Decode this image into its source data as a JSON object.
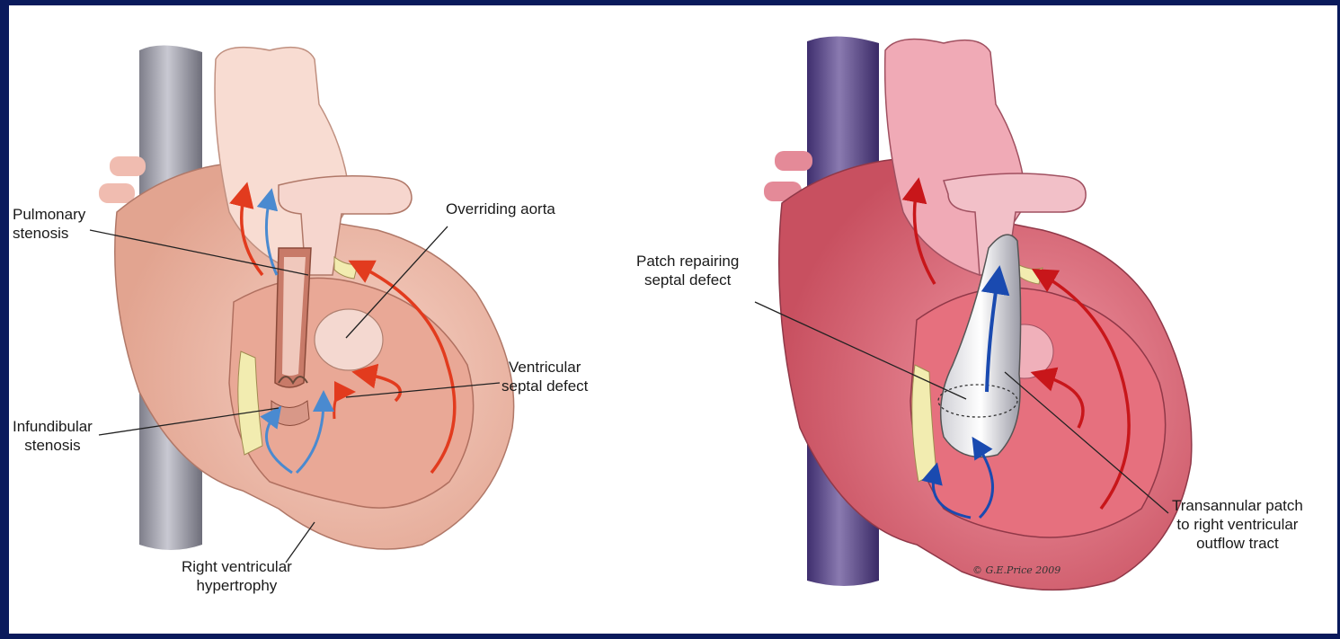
{
  "left_panel": {
    "labels": {
      "pulmonary_stenosis": "Pulmonary\nstenosis",
      "overriding_aorta": "Overriding aorta",
      "ventricular_septal_defect": "Ventricular\nseptal defect",
      "infundibular_stenosis": "Infundibular\nstenosis",
      "right_ventricular_hypertrophy": "Right ventricular\nhypertrophy"
    }
  },
  "right_panel": {
    "labels": {
      "patch_septal_defect": "Patch repairing\nseptal defect",
      "transannular_patch": "Transannular patch\nto right ventricular\noutflow tract"
    },
    "signature": "© G.E.Price 2009"
  },
  "colors": {
    "border": "#0a1a5c",
    "vena_cava_left": "#9a9aa6",
    "vena_cava_right": "#5a4a8a",
    "heart_left": "#f2c4b6",
    "heart_right": "#e07a8a",
    "oxygenated_flow": "#e23b1e",
    "deoxygenated_flow": "#4a8ad0"
  }
}
